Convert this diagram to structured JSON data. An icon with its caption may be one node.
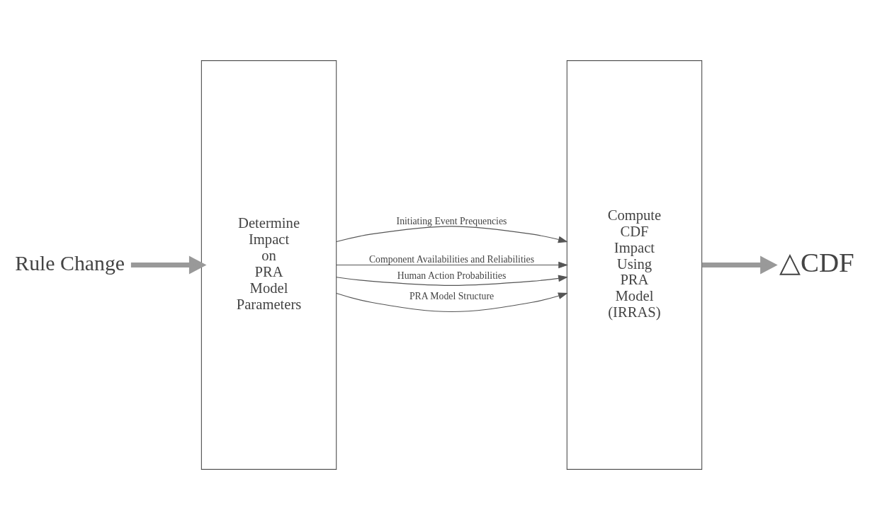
{
  "diagram": {
    "nodes": [
      {
        "text": [
          "Rule Change"
        ]
      },
      {
        "text": [
          "Determine Impact on PRA Model Parameters"
        ]
      },
      {
        "text": [
          "Compute CDF Impact Using PRA Model (IRRAS)"
        ]
      },
      {
        "text": [
          "△CDF"
        ]
      }
    ],
    "edges": [
      {
        "from": 0,
        "to": 1,
        "arrow": "to",
        "style": "thick"
      },
      {
        "from": 1,
        "to": 2,
        "arrow": "to",
        "label": "Initiating Event Prequencies"
      },
      {
        "from": 1,
        "to": 2,
        "arrow": "to",
        "label": "Component Availabilities and Reliabilities"
      },
      {
        "from": 1,
        "to": 2,
        "arrow": "to",
        "label": "Human Action Probabilities"
      },
      {
        "from": 1,
        "to": 2,
        "arrow": "to",
        "label": "PRA Model Structure"
      },
      {
        "from": 2,
        "to": 3,
        "arrow": "to",
        "style": "thick"
      }
    ]
  }
}
